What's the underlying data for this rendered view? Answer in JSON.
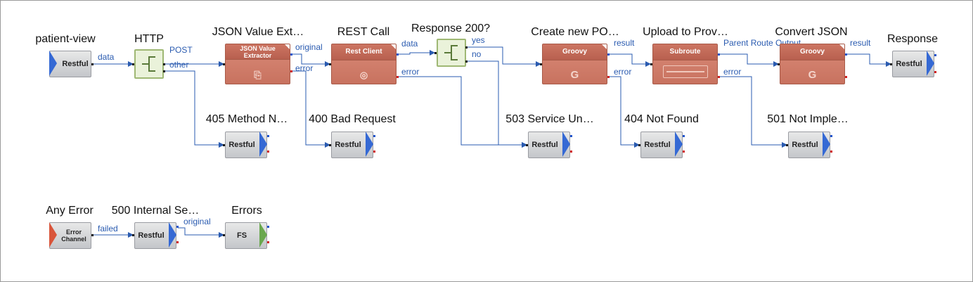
{
  "nodes": {
    "patient_view": {
      "title": "patient-view",
      "label": "Restful"
    },
    "http": {
      "title": "HTTP"
    },
    "json_extractor": {
      "title": "JSON Value Ext…",
      "label": "JSON Value Extractor"
    },
    "rest_call": {
      "title": "REST Call",
      "label": "Rest Client"
    },
    "response_200": {
      "title": "Response 200?"
    },
    "create_new": {
      "title": "Create new PO…",
      "label": "Groovy",
      "icon": "G"
    },
    "upload": {
      "title": "Upload to Prov…",
      "label": "Subroute"
    },
    "convert_json": {
      "title": "Convert JSON",
      "label": "Groovy",
      "icon": "G"
    },
    "response": {
      "title": "Response",
      "label": "Restful"
    },
    "err_405": {
      "title": "405 Method N…",
      "label": "Restful"
    },
    "err_400": {
      "title": "400 Bad Request",
      "label": "Restful"
    },
    "err_503": {
      "title": "503 Service Un…",
      "label": "Restful"
    },
    "err_404": {
      "title": "404 Not Found",
      "label": "Restful"
    },
    "err_501": {
      "title": "501 Not Imple…",
      "label": "Restful"
    },
    "any_error": {
      "title": "Any Error",
      "label": "Error Channel"
    },
    "err_500": {
      "title": "500 Internal Se…",
      "label": "Restful"
    },
    "errors": {
      "title": "Errors",
      "label": "FS"
    }
  },
  "ports": {
    "data1": "data",
    "post": "POST",
    "other": "other",
    "original1": "original",
    "error1": "error",
    "data2": "data",
    "error2": "error",
    "yes": "yes",
    "no": "no",
    "result1": "result",
    "error3": "error",
    "parent_route_output": "Parent Route Output",
    "error4": "error",
    "result2": "result",
    "failed": "failed",
    "original2": "original"
  },
  "colors": {
    "wire": "#2a5bb0",
    "processor": "#c8725f",
    "endpoint_arrow": "#3569d4",
    "switch_border": "#9fb874",
    "error_port": "#d02020"
  }
}
